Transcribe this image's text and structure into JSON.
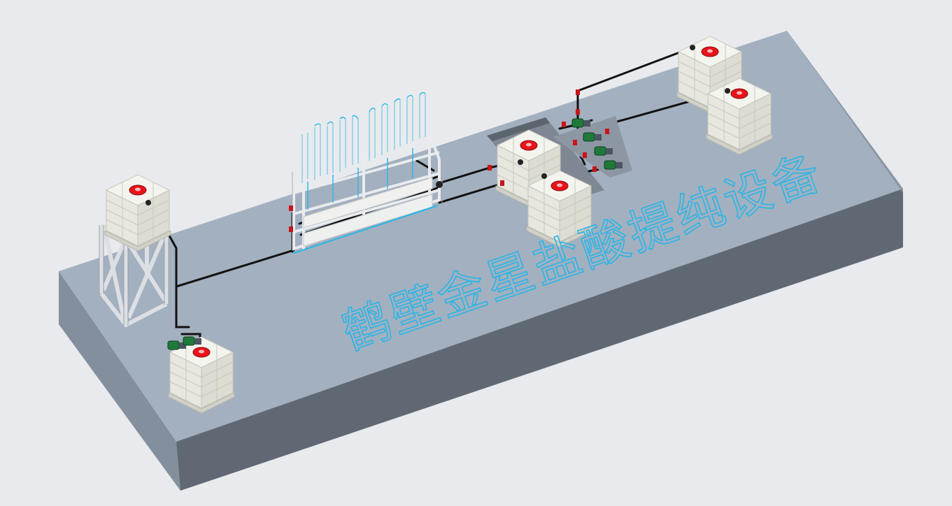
{
  "scene": {
    "label": "鹤壁金星盐酸提纯设备",
    "colors": {
      "background": "#e8eaed",
      "platform_top": "#a3b0bf",
      "platform_front": "#5f6873",
      "platform_side": "#838f9c",
      "label_stroke": "#27b6e8",
      "pipe": "#111111",
      "tank_body": "#efefe9",
      "tank_shadow": "#cfcfc6",
      "tank_cap": "#e8141a",
      "valve": "#c8141a",
      "pump": "#1f7a3a",
      "frame": "#e9ebee",
      "column": "#9fd6ea",
      "support": "#dcdfe3"
    },
    "tanks": [
      {
        "name": "elevated-tank"
      },
      {
        "name": "ground-tank-left"
      },
      {
        "name": "pit-tank-upper"
      },
      {
        "name": "pit-tank-lower"
      },
      {
        "name": "tank-far-right-back"
      },
      {
        "name": "tank-far-right-front"
      }
    ],
    "icons": {
      "tank": "ibc-tank-icon",
      "pump": "pump-icon",
      "valve": "valve-icon"
    }
  }
}
